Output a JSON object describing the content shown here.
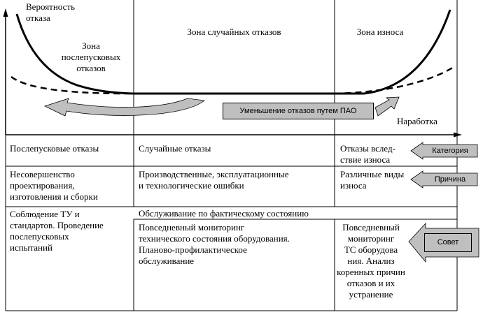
{
  "chart": {
    "y_axis_label": [
      "Вероятность",
      "отказа"
    ],
    "x_axis_label": "Наработка",
    "zone_early": [
      "Зона",
      "послепусковых",
      "отказов"
    ],
    "zone_random": "Зона случайных отказов",
    "zone_wear": "Зона износа",
    "pao_label": "Уменьшение отказов путем ПАО"
  },
  "table": {
    "category_row": [
      "Послепусковые отказы",
      "Случайные отказы",
      "Отказы вслед-",
      "ствие износа"
    ],
    "cause_row": {
      "col1": [
        "Несовершенство",
        "проектирования,",
        "изготовления и сборки"
      ],
      "col2": [
        "Производственные, эксплуатационные",
        "и технологические ошибки"
      ],
      "col3": [
        "Различные виды",
        "износа"
      ]
    },
    "advice_row": {
      "col1": [
        "Соблюдение ТУ и",
        "стандартов. Проведение",
        "послепусковых",
        "испытаний"
      ],
      "merged": "Обслуживание по фактическому состоянию",
      "col2": [
        "Повседневный мониторинг",
        "технического состояния оборудования.",
        "Планово-профилактическое",
        "обслуживание"
      ],
      "col3": [
        "Повседневный",
        "мониторинг",
        "ТС оборудова",
        "ния. Анализ",
        "коренных причин",
        "отказов и их",
        "устранение"
      ]
    }
  },
  "tags": {
    "category": "Категория",
    "cause": "Причина",
    "advice": "Совет"
  },
  "colors": {
    "arrow_fill": "#bfbfbf",
    "line": "#000000"
  }
}
